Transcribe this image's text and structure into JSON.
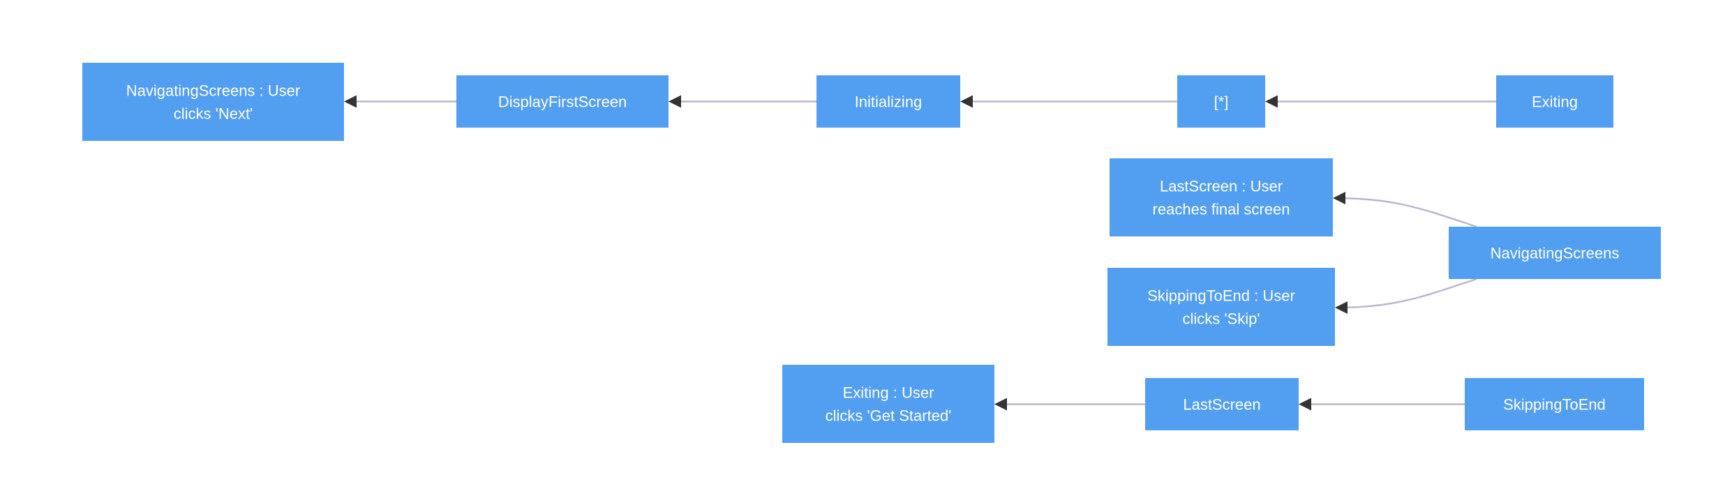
{
  "nodes": [
    {
      "id": "n-navigating-next",
      "lines": [
        "NavigatingScreens : User",
        "clicks 'Next'"
      ]
    },
    {
      "id": "n-display-first",
      "lines": [
        "DisplayFirstScreen"
      ]
    },
    {
      "id": "n-initializing",
      "lines": [
        "Initializing"
      ]
    },
    {
      "id": "n-start",
      "lines": [
        "[*]"
      ]
    },
    {
      "id": "n-exiting",
      "lines": [
        "Exiting"
      ]
    },
    {
      "id": "n-lastscreen-final",
      "lines": [
        "LastScreen : User",
        "reaches final screen"
      ]
    },
    {
      "id": "n-navigating",
      "lines": [
        "NavigatingScreens"
      ]
    },
    {
      "id": "n-skipping-skip",
      "lines": [
        "SkippingToEnd : User",
        "clicks 'Skip'"
      ]
    },
    {
      "id": "n-exiting-getstarted",
      "lines": [
        "Exiting : User",
        "clicks 'Get Started'"
      ]
    },
    {
      "id": "n-lastscreen",
      "lines": [
        "LastScreen"
      ]
    },
    {
      "id": "n-skipping",
      "lines": [
        "SkippingToEnd"
      ]
    }
  ],
  "edges": [
    {
      "from": "n-display-first",
      "to": "n-navigating-next"
    },
    {
      "from": "n-initializing",
      "to": "n-display-first"
    },
    {
      "from": "n-start",
      "to": "n-initializing"
    },
    {
      "from": "n-exiting",
      "to": "n-start"
    },
    {
      "from": "n-navigating",
      "to": "n-lastscreen-final"
    },
    {
      "from": "n-navigating",
      "to": "n-skipping-skip"
    },
    {
      "from": "n-lastscreen",
      "to": "n-exiting-getstarted"
    },
    {
      "from": "n-skipping",
      "to": "n-lastscreen"
    }
  ],
  "colors": {
    "node_fill": "#529ef0",
    "node_text": "#ffffff",
    "edge": "#b8b6cc",
    "arrowhead": "#333333",
    "background": "#ffffff"
  }
}
